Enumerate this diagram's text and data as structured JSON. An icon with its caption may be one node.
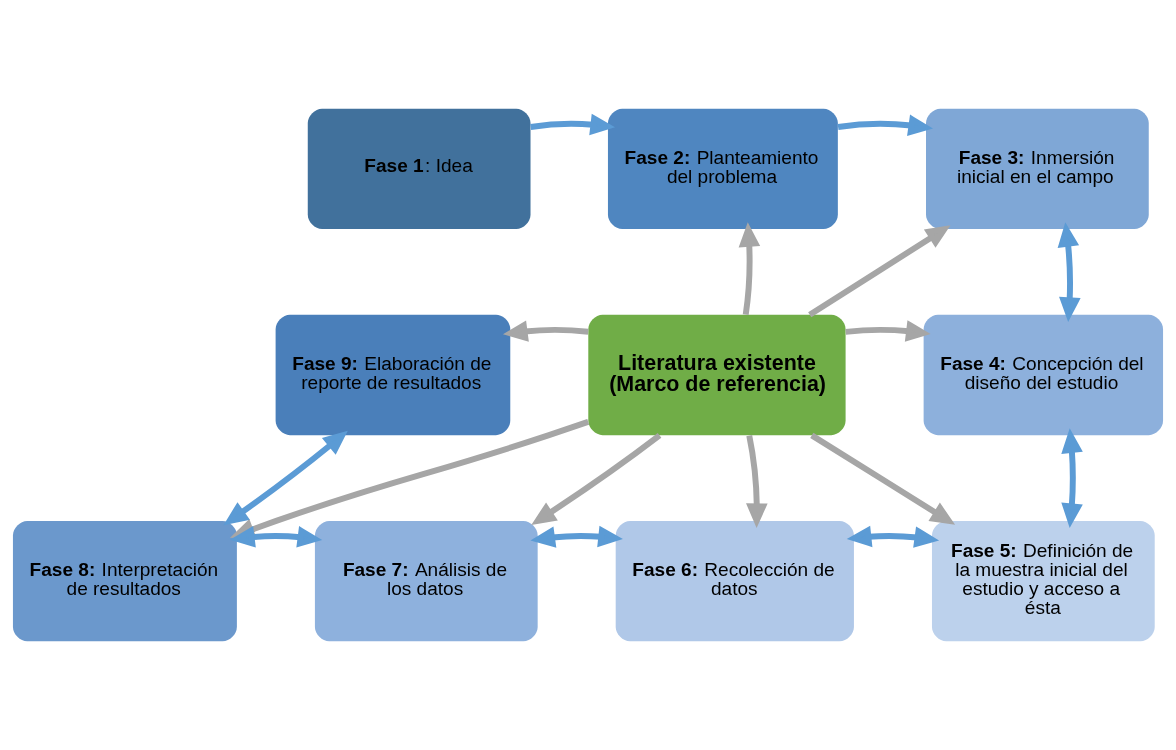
{
  "diagram": {
    "nodes": [
      {
        "text": [
          "**Fase 1**: Idea"
        ]
      },
      {
        "text": [
          "**Fase 2:** Planteamiento del problema"
        ]
      },
      {
        "text": [
          "**Fase 3:** Inmersión inicial en el campo"
        ]
      },
      {
        "text": [
          "**Fase 9:** Elaboración de reporte de resultados"
        ]
      },
      {
        "text": [
          "Literatura existente (Marco de referencia)"
        ]
      },
      {
        "text": [
          "**Fase 4:** Concepción del diseño del estudio"
        ]
      },
      {
        "text": [
          "**Fase 8:** Interpretación de resultados"
        ]
      },
      {
        "text": [
          "**Fase 7:** Análisis de los datos"
        ]
      },
      {
        "text": [
          "**Fase 6:** Recolección de datos"
        ]
      },
      {
        "text": [
          "**Fase 5:** Definición de la muestra inicial del estudio y acceso a ésta"
        ]
      }
    ],
    "edges": [
      {
        "from": 0,
        "to": 1,
        "arrow": "to"
      },
      {
        "from": 1,
        "to": 2,
        "arrow": "to"
      },
      {
        "from": 4,
        "to": 1,
        "arrow": "to",
        "color": "#a6a6a6"
      },
      {
        "from": 4,
        "to": 2,
        "arrow": "to",
        "color": "#a6a6a6"
      },
      {
        "from": 4,
        "to": 3,
        "arrow": "to",
        "color": "#a6a6a6"
      },
      {
        "from": 4,
        "to": 5,
        "arrow": "to",
        "color": "#a6a6a6"
      },
      {
        "from": 4,
        "to": 6,
        "arrow": "to",
        "color": "#a6a6a6"
      },
      {
        "from": 4,
        "to": 7,
        "arrow": "to",
        "color": "#a6a6a6"
      },
      {
        "from": 4,
        "to": 8,
        "arrow": "to",
        "color": "#a6a6a6"
      },
      {
        "from": 4,
        "to": 9,
        "arrow": "to",
        "color": "#a6a6a6"
      },
      {
        "from": 2,
        "to": 5,
        "arrow": "both"
      },
      {
        "from": 5,
        "to": 9,
        "arrow": "both"
      },
      {
        "from": 9,
        "to": 8,
        "arrow": "both"
      },
      {
        "from": 8,
        "to": 7,
        "arrow": "both"
      },
      {
        "from": 7,
        "to": 6,
        "arrow": "both"
      },
      {
        "from": 6,
        "to": 3,
        "arrow": "both"
      }
    ]
  }
}
